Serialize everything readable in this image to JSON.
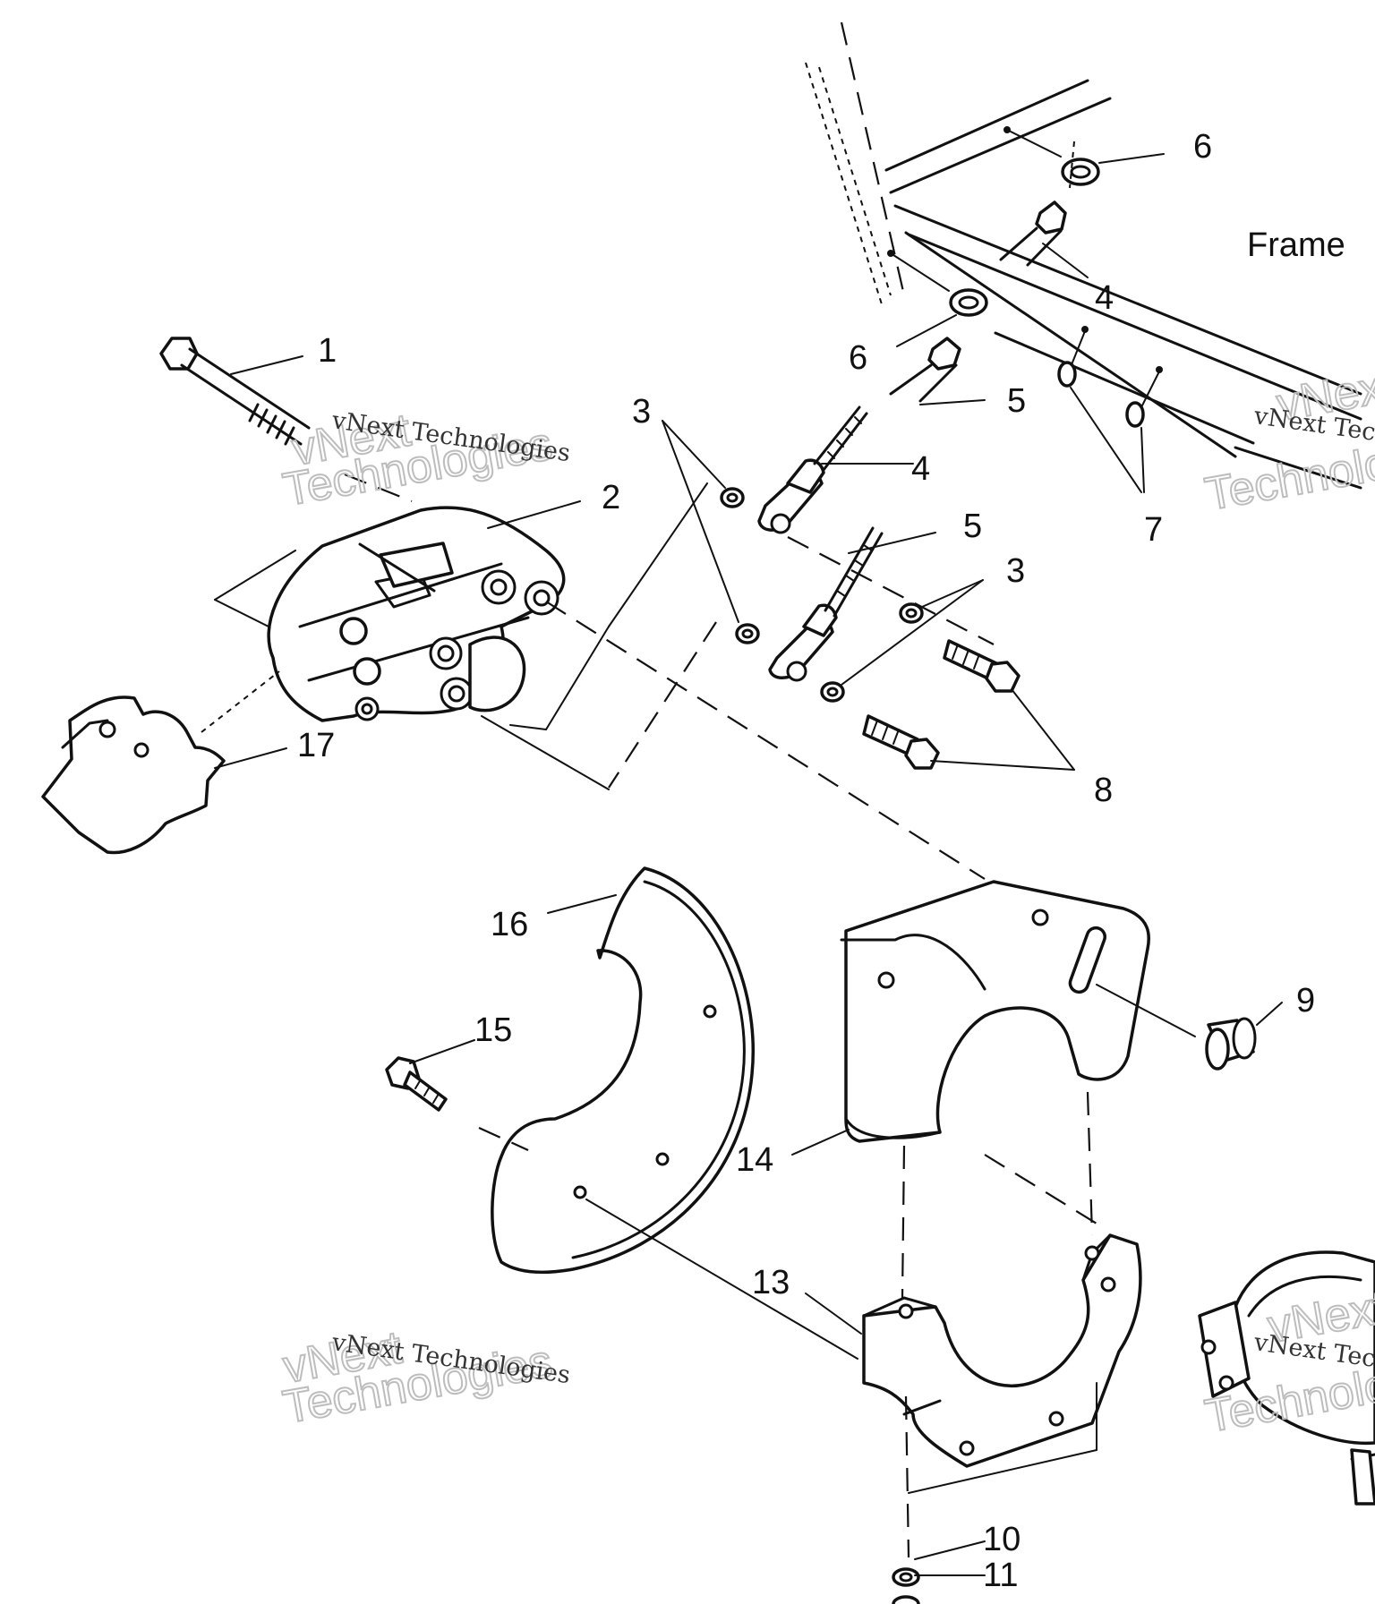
{
  "callouts": {
    "c1": "1",
    "c2": "2",
    "c3a": "3",
    "c3b": "3",
    "c4a": "4",
    "c4b": "4",
    "c5a": "5",
    "c5b": "5",
    "c6a": "6",
    "c6b": "6",
    "c7": "7",
    "c8": "8",
    "c9": "9",
    "c10": "10",
    "c11": "11",
    "c13": "13",
    "c14": "14",
    "c15": "15",
    "c16": "16",
    "c17": "17"
  },
  "labels": {
    "frame": "Frame"
  },
  "watermark": {
    "company": "vNext Technologies",
    "word1": "vNext",
    "word2": "Technologies"
  }
}
